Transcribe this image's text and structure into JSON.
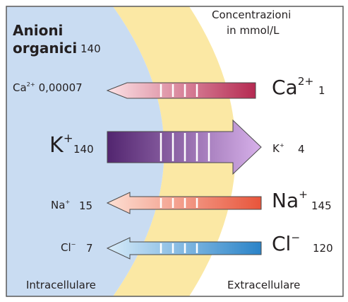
{
  "title": {
    "line1": "Anioni",
    "line2": "organici",
    "value": "140"
  },
  "units": {
    "line1": "Concentrazioni",
    "line2": "in mmol/L"
  },
  "regions": {
    "intra": "Intracellulare",
    "extra": "Extracellulare"
  },
  "ions": [
    {
      "symbol": "Ca",
      "charge": "2+",
      "intra": "0,00007",
      "extra": "1",
      "direction": "inward",
      "color_start": "#fde3e6",
      "color_end": "#b52a52"
    },
    {
      "symbol": "K",
      "charge": "+",
      "intra": "140",
      "extra": "4",
      "direction": "outward",
      "color_start": "#52256f",
      "color_end": "#d7b1ea"
    },
    {
      "symbol": "Na",
      "charge": "+",
      "intra": "15",
      "extra": "145",
      "direction": "inward",
      "color_start": "#fde0d4",
      "color_end": "#e8553b"
    },
    {
      "symbol": "Cl",
      "charge": "−",
      "intra": "7",
      "extra": "120",
      "direction": "inward",
      "color_start": "#d8ecfa",
      "color_end": "#2a83c8"
    }
  ],
  "colors": {
    "intracellular": "#c9dcf2",
    "membrane": "#fbe8a4",
    "border": "#5a5a5a"
  }
}
